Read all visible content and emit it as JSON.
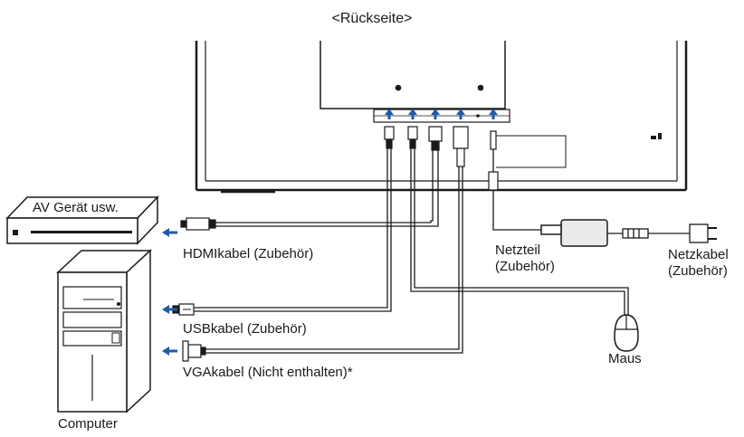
{
  "title": "<Rückseite>",
  "devices": {
    "av_label": "AV Gerät usw.",
    "computer_label": "Computer",
    "mouse_label": "Maus"
  },
  "cables": {
    "hdmi": "HDMIkabel (Zubehör)",
    "usb": "USBkabel (Zubehör)",
    "vga": "VGAkabel (Nicht enthalten)*"
  },
  "power": {
    "adapter_line1": "Netzteil",
    "adapter_line2": "(Zubehör)",
    "cord_line1": "Netzkabel",
    "cord_line2": "(Zubehör)"
  },
  "colors": {
    "line": "#1a1a1a",
    "arrow": "#1f5aa8",
    "adapter_fill": "#ebebeb"
  }
}
